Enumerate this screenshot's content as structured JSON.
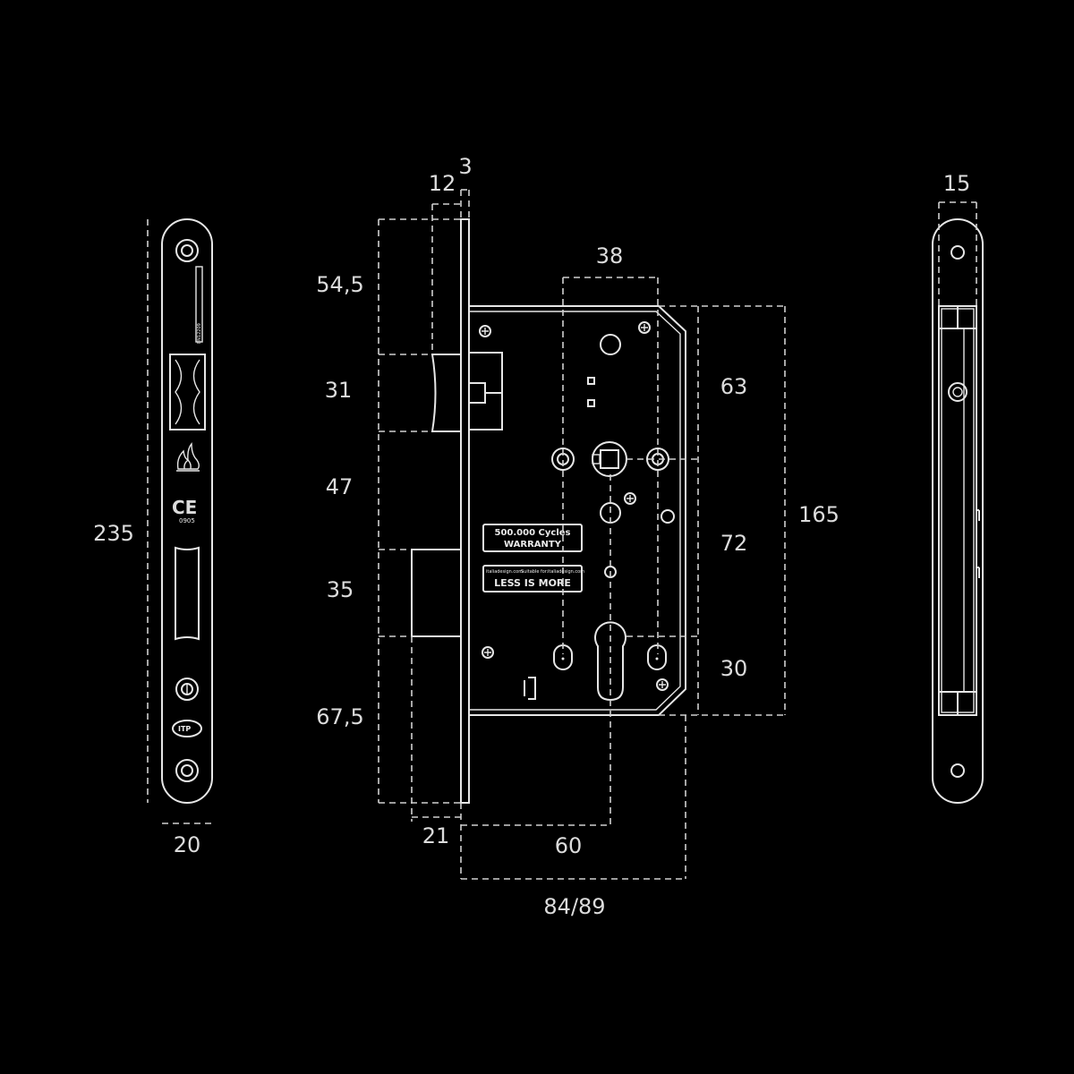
{
  "dimensions": {
    "faceplate_height": "235",
    "faceplate_width": "20",
    "latch_top_offset": "54,5",
    "latch_height": "31",
    "latch_to_bolt": "47",
    "bolt_height": "35",
    "bolt_bottom_offset": "67,5",
    "latch_projection": "12",
    "faceplate_thickness": "3",
    "bolt_projection": "21",
    "spindle_to_cylinder_spacing": "38",
    "case_top_to_spindle": "63",
    "spindle_to_cylinder": "72",
    "cylinder_to_case_bottom": "30",
    "case_height": "165",
    "backset": "60",
    "case_depth": "84/89",
    "side_view_width": "15"
  },
  "labels": {
    "cycles_line1": "500.000 Cycles",
    "cycles_line2": "WARRANTY",
    "small_text_left": "italiadesign.com",
    "small_text_mid": "Suitable for:",
    "small_text_right": "italiadesign.com",
    "slogan": "LESS IS MORE",
    "ce_mark": "CE",
    "ce_number": "0905",
    "plate_code": "EN12209",
    "logo_text": "ITP"
  },
  "colors": {
    "background": "#000000",
    "line": "#e6e6e6",
    "text": "#dcdcdc"
  }
}
